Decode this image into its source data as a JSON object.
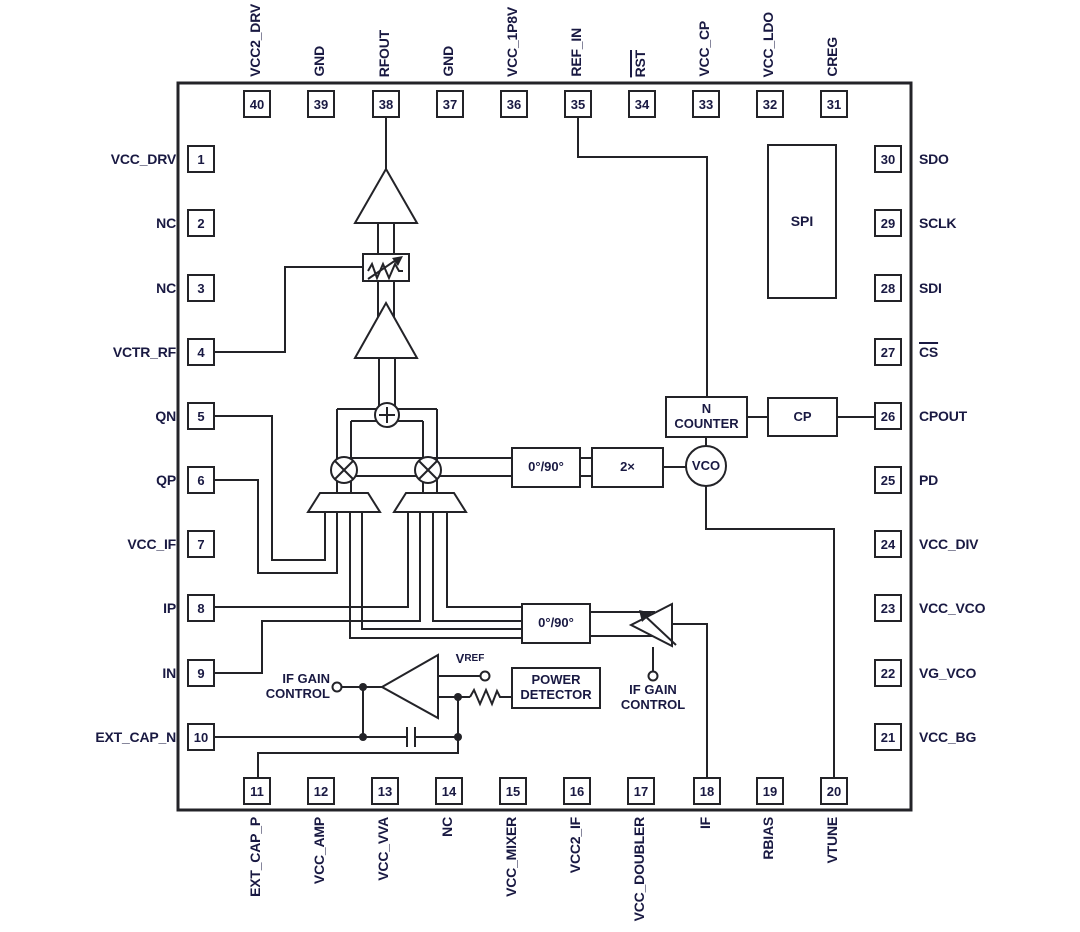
{
  "diagram_type": "ic-functional-block-diagram",
  "colors": {
    "background": "#ffffff",
    "line": "#232328",
    "text": "#191942"
  },
  "pins": {
    "top": [
      {
        "num": "40",
        "label": "VCC2_DRV"
      },
      {
        "num": "39",
        "label": "GND"
      },
      {
        "num": "38",
        "label": "RFOUT"
      },
      {
        "num": "37",
        "label": "GND"
      },
      {
        "num": "36",
        "label": "VCC_1P8V"
      },
      {
        "num": "35",
        "label": "REF_IN"
      },
      {
        "num": "34",
        "label": "RST",
        "overline": true
      },
      {
        "num": "33",
        "label": "VCC_CP"
      },
      {
        "num": "32",
        "label": "VCC_LDO"
      },
      {
        "num": "31",
        "label": "CREG"
      }
    ],
    "left": [
      {
        "num": "1",
        "label": "VCC_DRV"
      },
      {
        "num": "2",
        "label": "NC"
      },
      {
        "num": "3",
        "label": "NC"
      },
      {
        "num": "4",
        "label": "VCTR_RF"
      },
      {
        "num": "5",
        "label": "QN"
      },
      {
        "num": "6",
        "label": "QP"
      },
      {
        "num": "7",
        "label": "VCC_IF"
      },
      {
        "num": "8",
        "label": "IP"
      },
      {
        "num": "9",
        "label": "IN"
      },
      {
        "num": "10",
        "label": "EXT_CAP_N"
      }
    ],
    "right": [
      {
        "num": "30",
        "label": "SDO"
      },
      {
        "num": "29",
        "label": "SCLK"
      },
      {
        "num": "28",
        "label": "SDI"
      },
      {
        "num": "27",
        "label": "CS",
        "overline": true
      },
      {
        "num": "26",
        "label": "CPOUT"
      },
      {
        "num": "25",
        "label": "PD"
      },
      {
        "num": "24",
        "label": "VCC_DIV"
      },
      {
        "num": "23",
        "label": "VCC_VCO"
      },
      {
        "num": "22",
        "label": "VG_VCO"
      },
      {
        "num": "21",
        "label": "VCC_BG"
      }
    ],
    "bottom": [
      {
        "num": "11",
        "label": "EXT_CAP_P"
      },
      {
        "num": "12",
        "label": "VCC_AMP"
      },
      {
        "num": "13",
        "label": "VCC_VVA"
      },
      {
        "num": "14",
        "label": "NC"
      },
      {
        "num": "15",
        "label": "VCC_MIXER"
      },
      {
        "num": "16",
        "label": "VCC2_IF"
      },
      {
        "num": "17",
        "label": "VCC_DOUBLER"
      },
      {
        "num": "18",
        "label": "IF"
      },
      {
        "num": "19",
        "label": "RBIAS"
      },
      {
        "num": "20",
        "label": "VTUNE"
      }
    ]
  },
  "blocks": {
    "spi": "SPI",
    "n_counter_line1": "N",
    "n_counter_line2": "COUNTER",
    "cp": "CP",
    "vco": "VCO",
    "lo_quad": "0°/90°",
    "doubler": "2×",
    "if_quad": "0°/90°",
    "power_detector_line1": "POWER",
    "power_detector_line2": "DETECTOR",
    "if_gain_left_line1": "IF GAIN",
    "if_gain_left_line2": "CONTROL",
    "if_gain_right_line1": "IF GAIN",
    "if_gain_right_line2": "CONTROL",
    "vref_main": "V",
    "vref_sub": "REF"
  }
}
